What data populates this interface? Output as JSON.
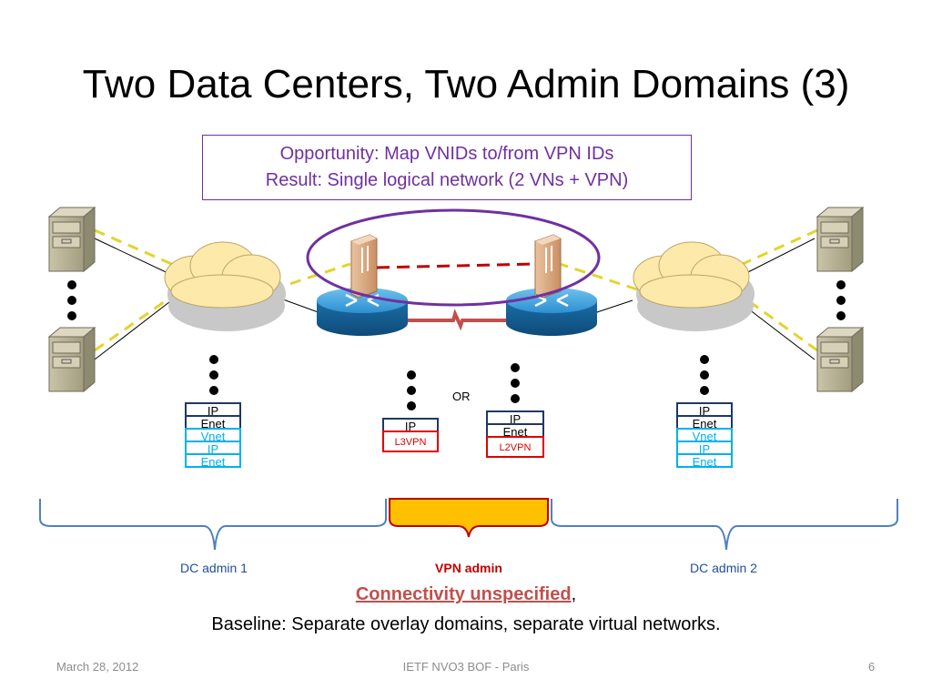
{
  "title": "Two Data Centers, Two Admin Domains (3)",
  "opportunity": {
    "line1": "Opportunity: Map VNIDs to/from VPN IDs",
    "line2": "Result: Single logical network (2 VNs + VPN)"
  },
  "stacks": {
    "left": [
      "IP",
      "Enet",
      "Vnet",
      "IP",
      "Enet"
    ],
    "l3vpn": [
      "IP",
      "L3VPN"
    ],
    "l2vpn": [
      "IP",
      "Enet",
      "L2VPN"
    ],
    "right": [
      "IP",
      "Enet",
      "Vnet",
      "IP",
      "Enet"
    ]
  },
  "or_label": "OR",
  "domains": {
    "dc1": "DC admin 1",
    "vpn": "VPN admin",
    "dc2": "DC admin 2"
  },
  "connectivity": {
    "highlight": "Connectivity unspecified",
    "suffix": ","
  },
  "baseline": "Baseline: Separate overlay domains, separate virtual networks.",
  "footer": {
    "date": "March 28, 2012",
    "event": "IETF NVO3 BOF - Paris",
    "page": "6"
  },
  "colors": {
    "purple": "#7030a0",
    "dark_blue": "#1f3864",
    "light_blue": "#00b0f0",
    "red": "#c00000",
    "vpn_fill": "#ffc000",
    "cloud": "#fde9a9"
  }
}
